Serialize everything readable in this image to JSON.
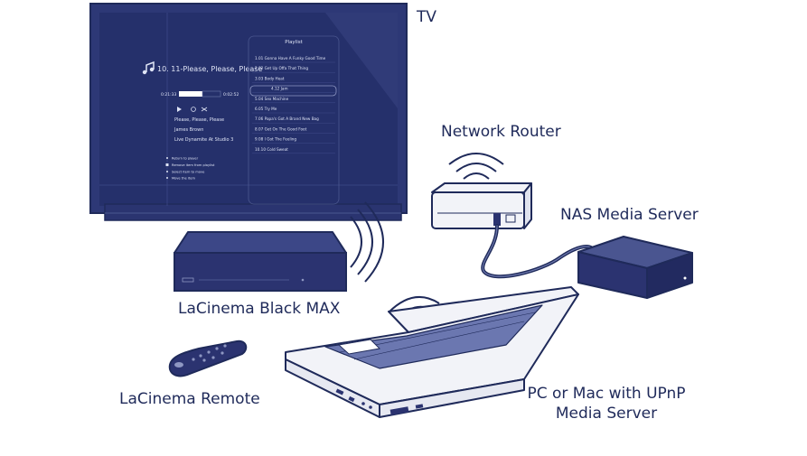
{
  "labels": {
    "tv": "TV",
    "router": "Network Router",
    "nas": "NAS Media Server",
    "player": "LaCinema Black MAX",
    "remote": "LaCinema Remote",
    "pc_line1": "PC or Mac with UPnP",
    "pc_line2": "Media Server"
  },
  "tv_screen": {
    "now_playing": "10. 11-Please, Please, Please",
    "time_elapsed": "0:21:33",
    "time_total": "0:02:52",
    "song": "Please, Please, Please",
    "artist": "James Brown",
    "album": "Live Dynamite At Studio 3",
    "playlist_title": "Playlist",
    "playlist": [
      "1.01 Gonna Have A Funky Good Time",
      "2.02 Get Up Offa That Thing",
      "3.03 Body Heat",
      "4.12 Jam",
      "5.04 Sex Machine",
      "6.05 Try Me",
      "7.06 Papa's Got A Brand New Bag",
      "8.07 Get On The Good Foot",
      "9.08 I Got The Feeling",
      "10.10 Cold Sweat"
    ],
    "selected_index": 3,
    "menu": [
      "Return to player",
      "Remove item from playlist",
      "Select item to move",
      "Move the item"
    ]
  },
  "colors": {
    "screen": "#25306b",
    "frame": "#303b7a",
    "device_dark": "#2b3370",
    "outline": "#1f2a5a",
    "light_fill": "#f2f3f8"
  }
}
